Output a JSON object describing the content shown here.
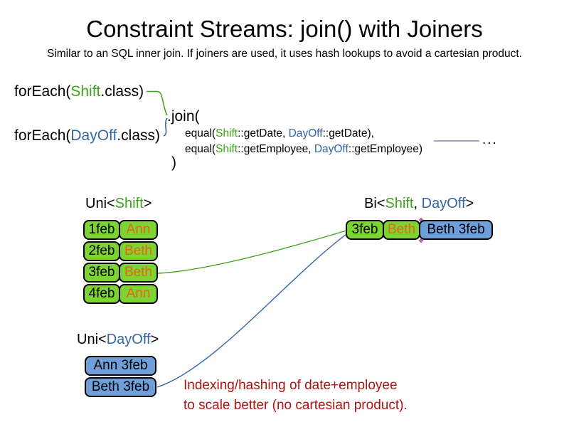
{
  "slide": {
    "title": "Constraint Streams: join() with Joiners",
    "subtitle": "Similar to an SQL inner join. If joiners are used, it uses hash lookups to avoid a cartesian product."
  },
  "code": {
    "foreach_shift": {
      "prefix": "forEach(",
      "class_name": "Shift",
      "suffix": ".class)"
    },
    "foreach_dayoff": {
      "prefix": "forEach(",
      "class_name": "DayOff",
      "suffix": ".class)"
    },
    "join_open": ".join(",
    "joiner_date": {
      "prefix": "equal(",
      "left_class": "Shift",
      "left_rest": "::getDate, ",
      "right_class": "DayOff",
      "right_rest": "::getDate),"
    },
    "joiner_employee": {
      "prefix": "equal(",
      "left_class": "Shift",
      "left_rest": "::getEmployee, ",
      "right_class": "DayOff",
      "right_rest": "::getEmployee)"
    },
    "join_close": ")",
    "ellipsis": "..."
  },
  "uni_shift": {
    "label": {
      "prefix": "Uni<",
      "type": "Shift",
      "suffix": ">"
    },
    "rows": [
      {
        "date": "1feb",
        "employee": "Ann"
      },
      {
        "date": "2feb",
        "employee": "Beth"
      },
      {
        "date": "3feb",
        "employee": "Beth"
      },
      {
        "date": "4feb",
        "employee": "Ann"
      }
    ]
  },
  "uni_dayoff": {
    "label": {
      "prefix": "Uni<",
      "type": "DayOff",
      "suffix": ">"
    },
    "rows": [
      {
        "text": "Ann 3feb"
      },
      {
        "text": "Beth 3feb"
      }
    ]
  },
  "bi": {
    "label": {
      "prefix": "Bi<",
      "type1": "Shift",
      "sep": ", ",
      "type2": "DayOff",
      "suffix": ">"
    },
    "row": {
      "date": "3feb",
      "employee": "Beth",
      "dayoff": "Beth 3feb"
    }
  },
  "note": {
    "line1": "Indexing/hashing of date+employee",
    "line2": "to scale better (no cartesian product)."
  },
  "colors": {
    "green": "#3fa21c",
    "blue": "#3465a4",
    "cell_green": "#7cd332",
    "cell_blue": "#6f9fd8",
    "orange": "#e36c0a",
    "red": "#b11212",
    "purple": "#8064a2",
    "diamond": "#b06ab0"
  }
}
